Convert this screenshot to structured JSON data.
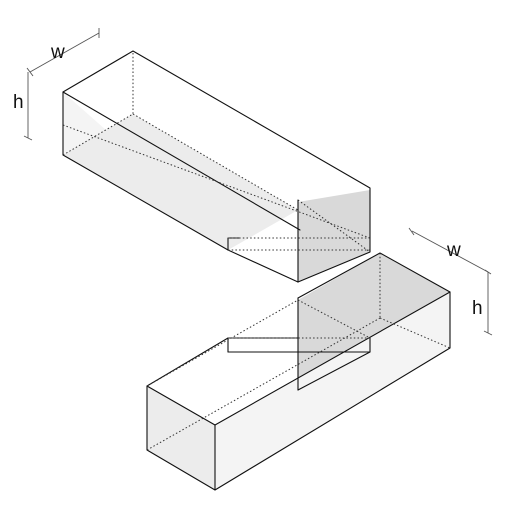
{
  "dimension_labels": {
    "upper_width": "w",
    "upper_height": "h",
    "lower_width": "w",
    "lower_height": "h"
  }
}
